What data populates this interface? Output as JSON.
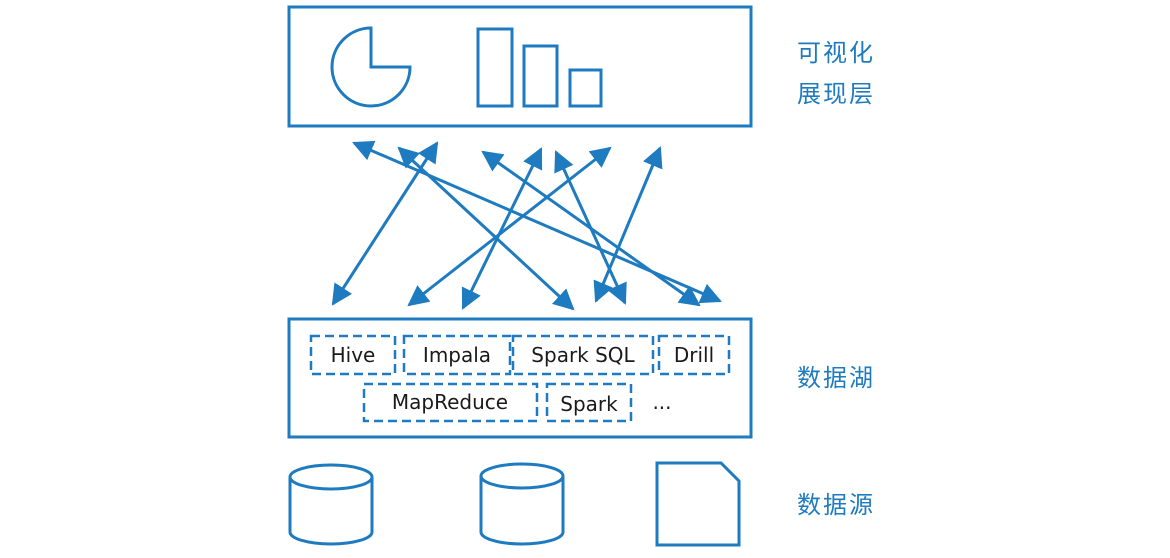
{
  "colors": {
    "accent": "#1e7bbf",
    "text": "#1a1a1a",
    "background": "#ffffff"
  },
  "layers": {
    "visualization": {
      "label_line1": "可视化",
      "label_line2": "展现层"
    },
    "data_lake": {
      "label": "数据湖"
    },
    "data_source": {
      "label": "数据源"
    }
  },
  "engines": {
    "hive": "Hive",
    "impala": "Impala",
    "spark_sql": "Spark SQL",
    "drill": "Drill",
    "mapreduce": "MapReduce",
    "spark": "Spark",
    "ellipsis": "..."
  },
  "icons": {
    "viz": [
      "pie-chart-icon",
      "bar-chart-icon"
    ],
    "sources": [
      "database-icon",
      "database-icon",
      "document-icon"
    ]
  }
}
